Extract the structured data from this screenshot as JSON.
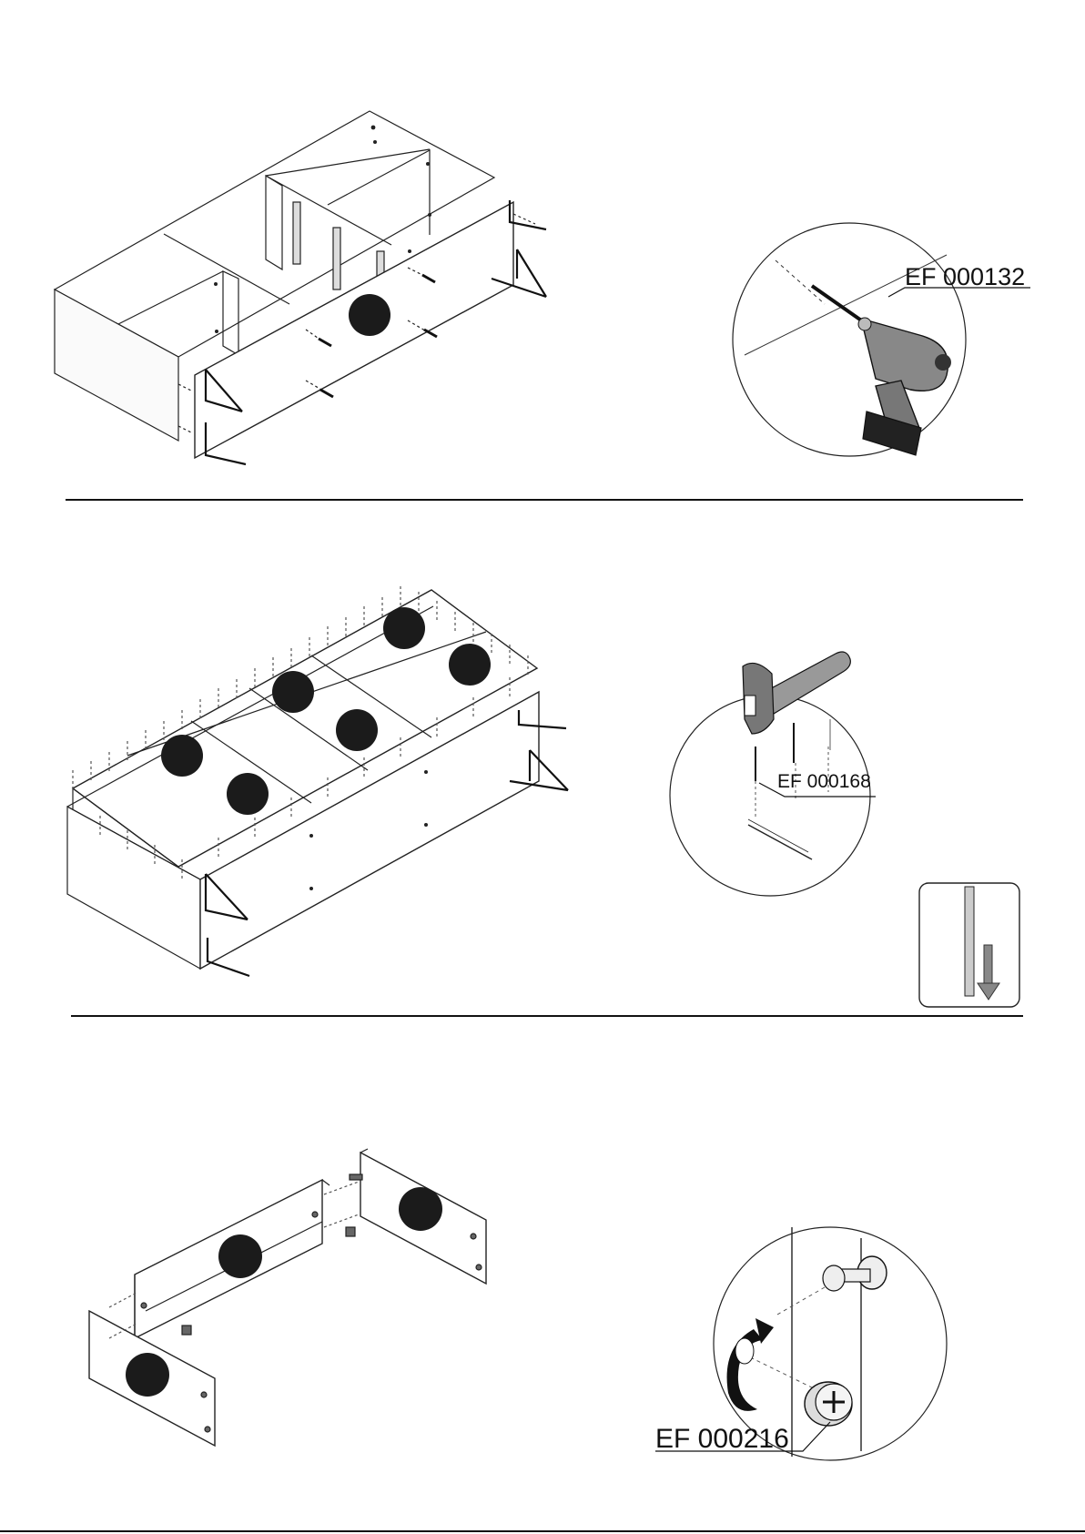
{
  "steps": [
    {
      "part_code": "EF 000132"
    },
    {
      "part_code": "EF 000168"
    },
    {
      "part_code": "EF 000216"
    }
  ]
}
